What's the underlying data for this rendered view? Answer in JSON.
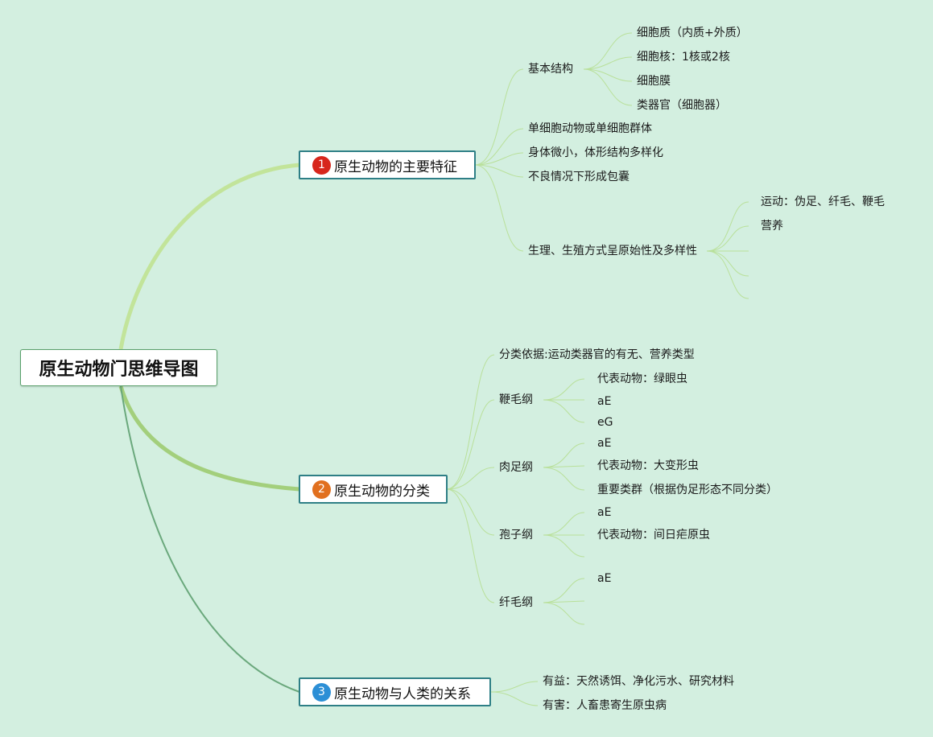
{
  "root": "原生动物门思维导图",
  "branches": {
    "b1": {
      "badge": "1",
      "badge_color": "#d7261c",
      "label": "原生动物的主要特征",
      "basic": "基本结构",
      "basic_items": [
        "细胞质（内质+外质）",
        "细胞核：1核或2核",
        "细胞膜",
        "类器官（细胞器）"
      ],
      "items": [
        "单细胞动物或单细胞群体",
        "身体微小，体形结构多样化",
        "不良情况下形成包囊"
      ],
      "physio": "生理、生殖方式呈原始性及多样性",
      "physio_items": [
        "运动：伪足、纤毛、鞭毛",
        "营养"
      ]
    },
    "b2": {
      "badge": "2",
      "badge_color": "#e1701f",
      "label": "原生动物的分类",
      "basis": "分类依据:运动类器官的有无、营养类型",
      "flag": "鞭毛纲",
      "flag_items": [
        "代表动物：绿眼虫",
        "aE",
        "eG"
      ],
      "sarco": "肉足纲",
      "sarco_items": [
        "aE",
        "代表动物：大变形虫",
        "重要类群（根据伪足形态不同分类）"
      ],
      "spor": "孢子纲",
      "spor_items": [
        "aE",
        "代表动物：间日疟原虫"
      ],
      "cilia": "纤毛纲",
      "cilia_items": [
        "aE"
      ]
    },
    "b3": {
      "badge": "3",
      "badge_color": "#2c8fd6",
      "label": "原生动物与人类的关系",
      "items": [
        "有益：天然诱饵、净化污水、研究材料",
        "有害：人畜患寄生原虫病"
      ]
    }
  }
}
